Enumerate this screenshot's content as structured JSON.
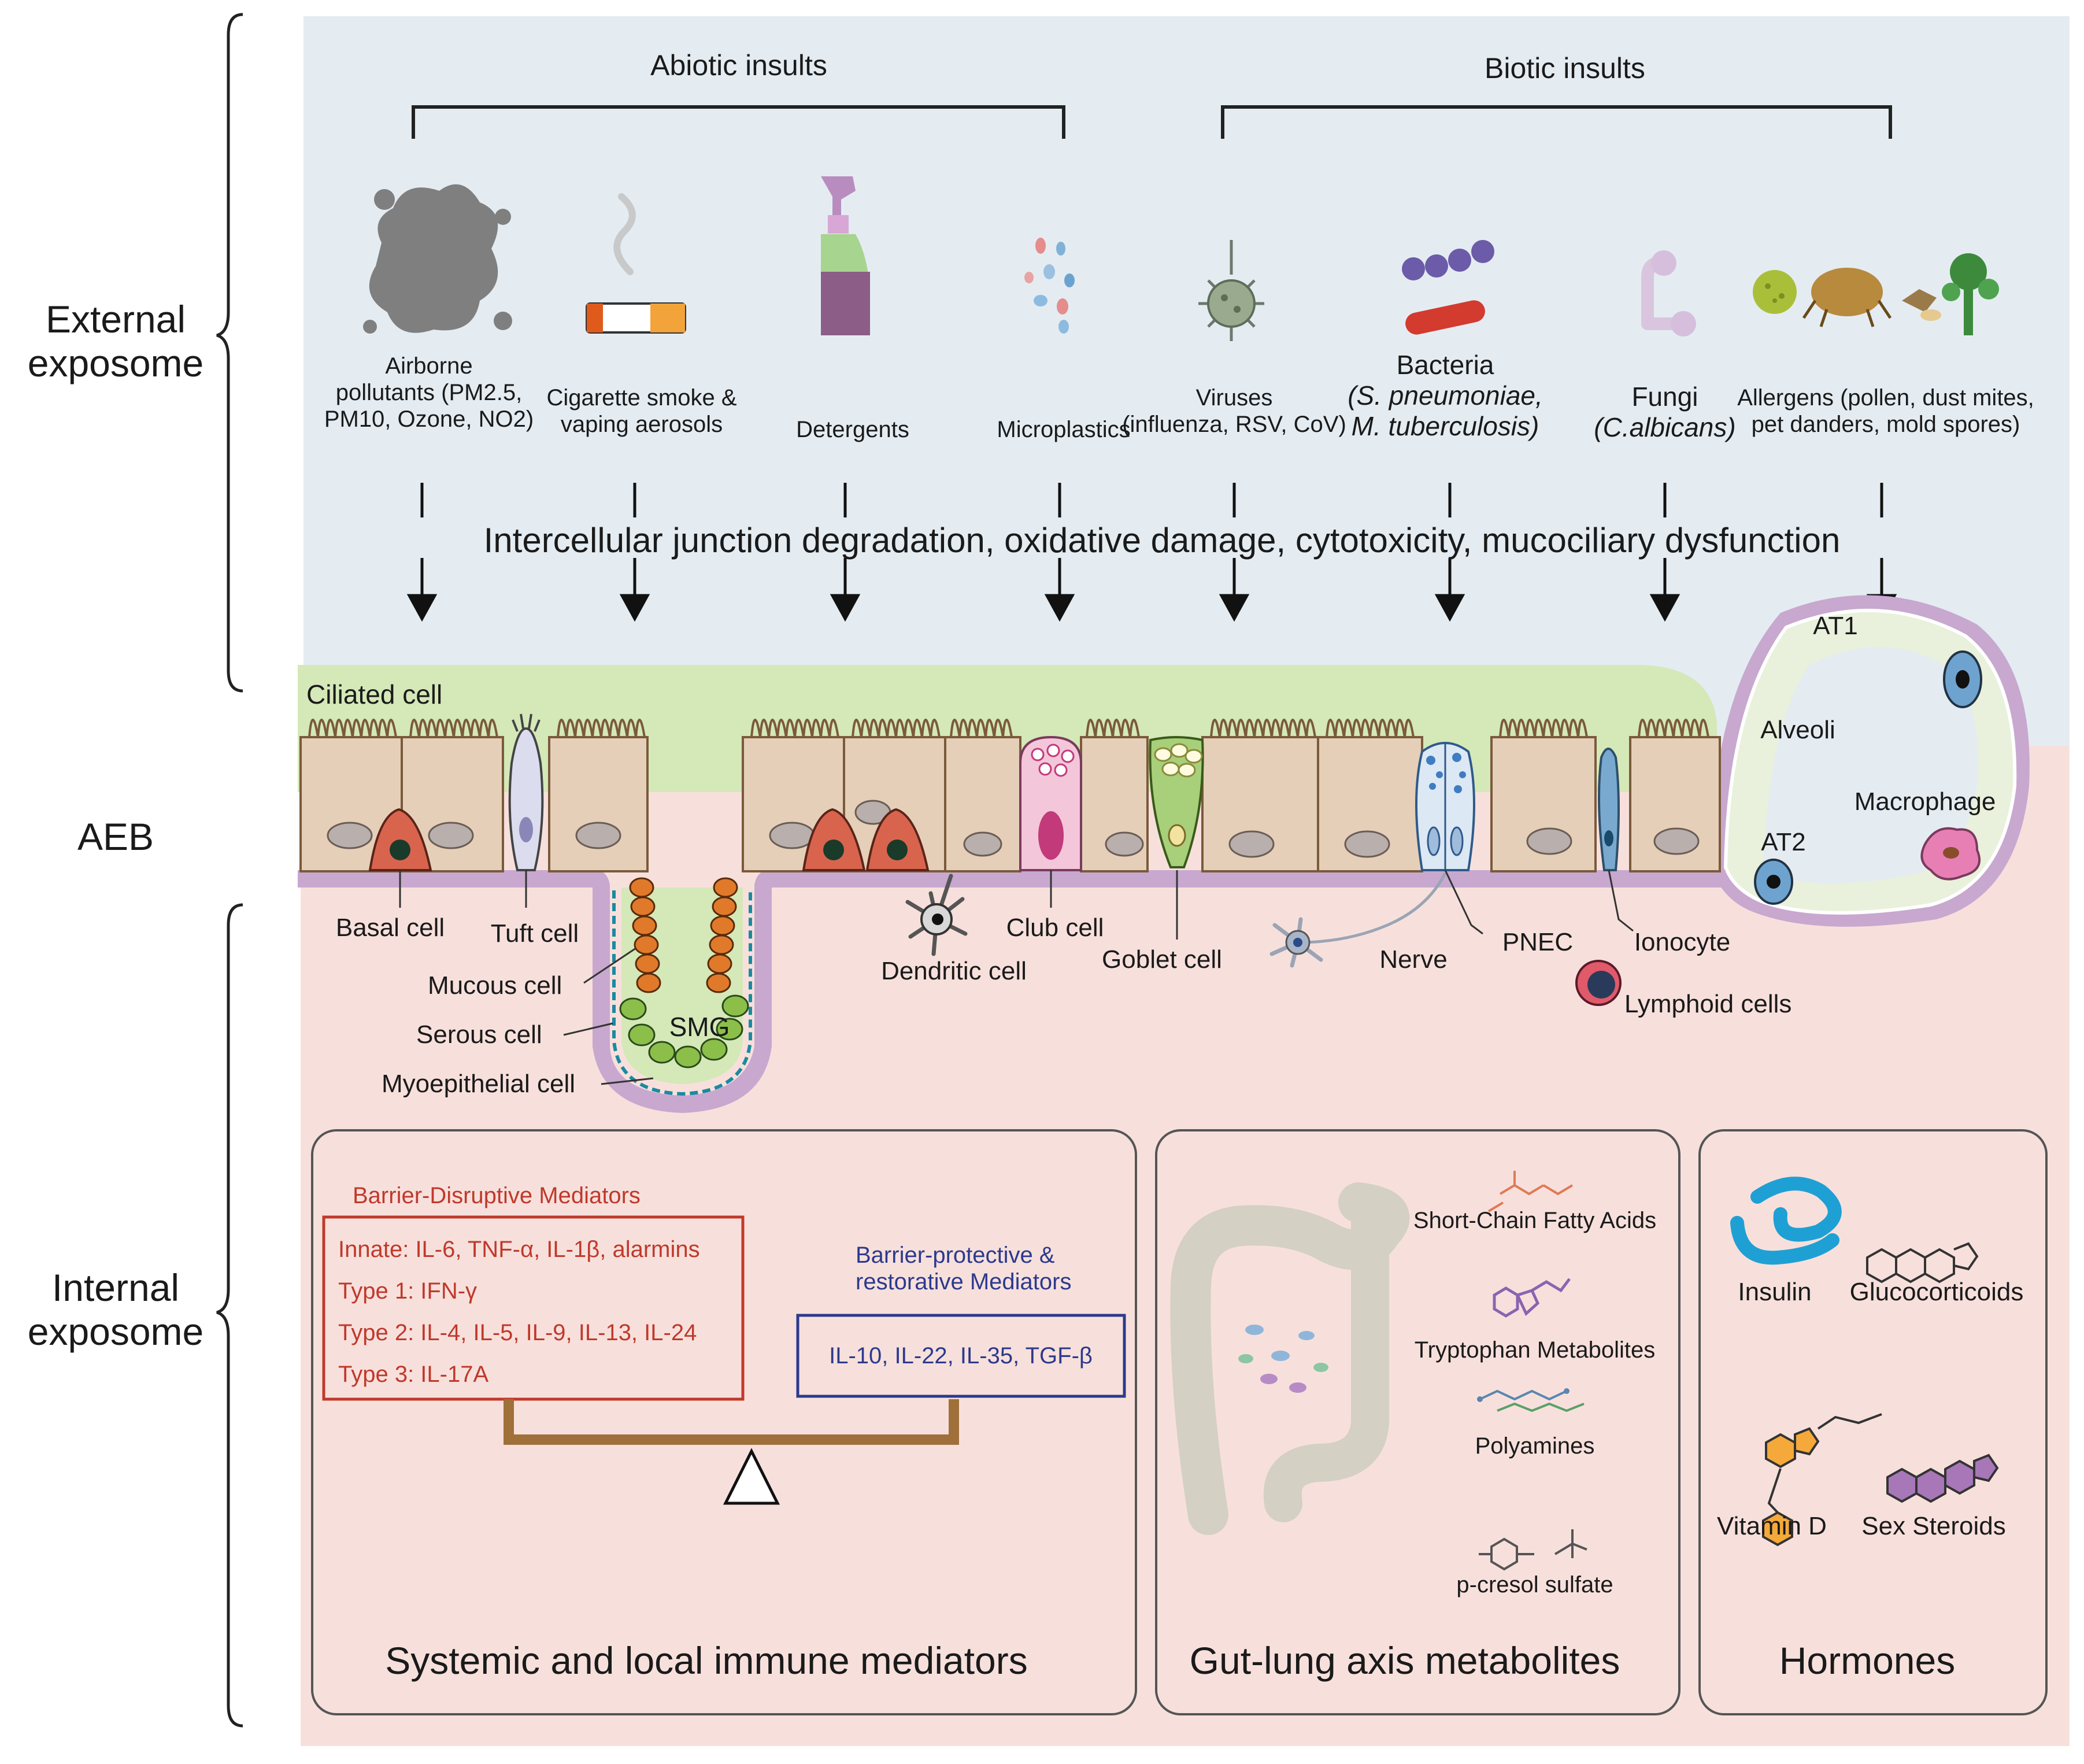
{
  "side_labels": {
    "external": "External\nexposome",
    "aeb": "AEB",
    "internal": "Internal\nexposome"
  },
  "headers": {
    "abiotic": "Abiotic insults",
    "biotic": "Biotic insults"
  },
  "exposures": [
    {
      "lines": [
        "Airborne",
        "pollutants (PM2.5,",
        "PM10, Ozone, NO2)"
      ]
    },
    {
      "lines": [
        "Cigarette smoke &",
        "vaping aerosols"
      ]
    },
    {
      "lines": [
        "Detergents"
      ]
    },
    {
      "lines": [
        "Microplastics"
      ]
    },
    {
      "lines": [
        "Viruses",
        "(influenza, RSV, CoV)"
      ]
    },
    {
      "name": "Bacteria",
      "detail": "(S. pneumoniae,",
      "detail2": "M. tuberculosis)"
    },
    {
      "name": "Fungi",
      "detail": "(C.albicans)"
    },
    {
      "lines": [
        "Allergens (pollen, dust mites,",
        "pet danders, mold spores)"
      ]
    }
  ],
  "damage_text": "Intercellular junction degradation, oxidative damage, cytotoxicity, mucociliary dysfunction",
  "cells": {
    "ciliated": "Ciliated cell",
    "basal": "Basal cell",
    "tuft": "Tuft cell",
    "mucous": "Mucous cell",
    "serous": "Serous cell",
    "myoepithelial": "Myoepithelial cell",
    "smg": "SMG",
    "dendritic": "Dendritic cell",
    "club": "Club cell",
    "goblet": "Goblet cell",
    "nerve": "Nerve",
    "pnec": "PNEC",
    "ionocyte": "Ionocyte",
    "lymphoid": "Lymphoid cells",
    "at1": "AT1",
    "at2": "AT2",
    "alveoli": "Alveoli",
    "macrophage": "Macrophage"
  },
  "immune_box": {
    "disruptive_title": "Barrier-Disruptive Mediators",
    "disruptive_items": [
      "Innate: IL-6, TNF-α, IL-1β, alarmins",
      "Type 1: IFN-γ",
      "Type 2: IL-4, IL-5, IL-9, IL-13, IL-24",
      "Type 3: IL-17A"
    ],
    "protective_title_1": "Barrier-protective &",
    "protective_title_2": "restorative Mediators",
    "protective_items": "IL-10, IL-22, IL-35, TGF-β",
    "title": "Systemic and local immune mediators"
  },
  "gut_box": {
    "items": [
      "Short-Chain Fatty Acids",
      "Tryptophan Metabolites",
      "Polyamines",
      "p-cresol sulfate"
    ],
    "title": "Gut-lung axis metabolites"
  },
  "hormone_box": {
    "items": [
      "Insulin",
      "Glucocorticoids",
      "Vitamin D",
      "Sex Steroids"
    ],
    "title": "Hormones"
  },
  "colors": {
    "external_bg": "#e4ecf2",
    "internal_bg": "#f7e0dc",
    "mucus": "#d5e8b8",
    "cell": "#e5cfb8",
    "basement": "#c8a8cf",
    "disruptive": "#c0392b",
    "protective": "#2c3a8c"
  }
}
